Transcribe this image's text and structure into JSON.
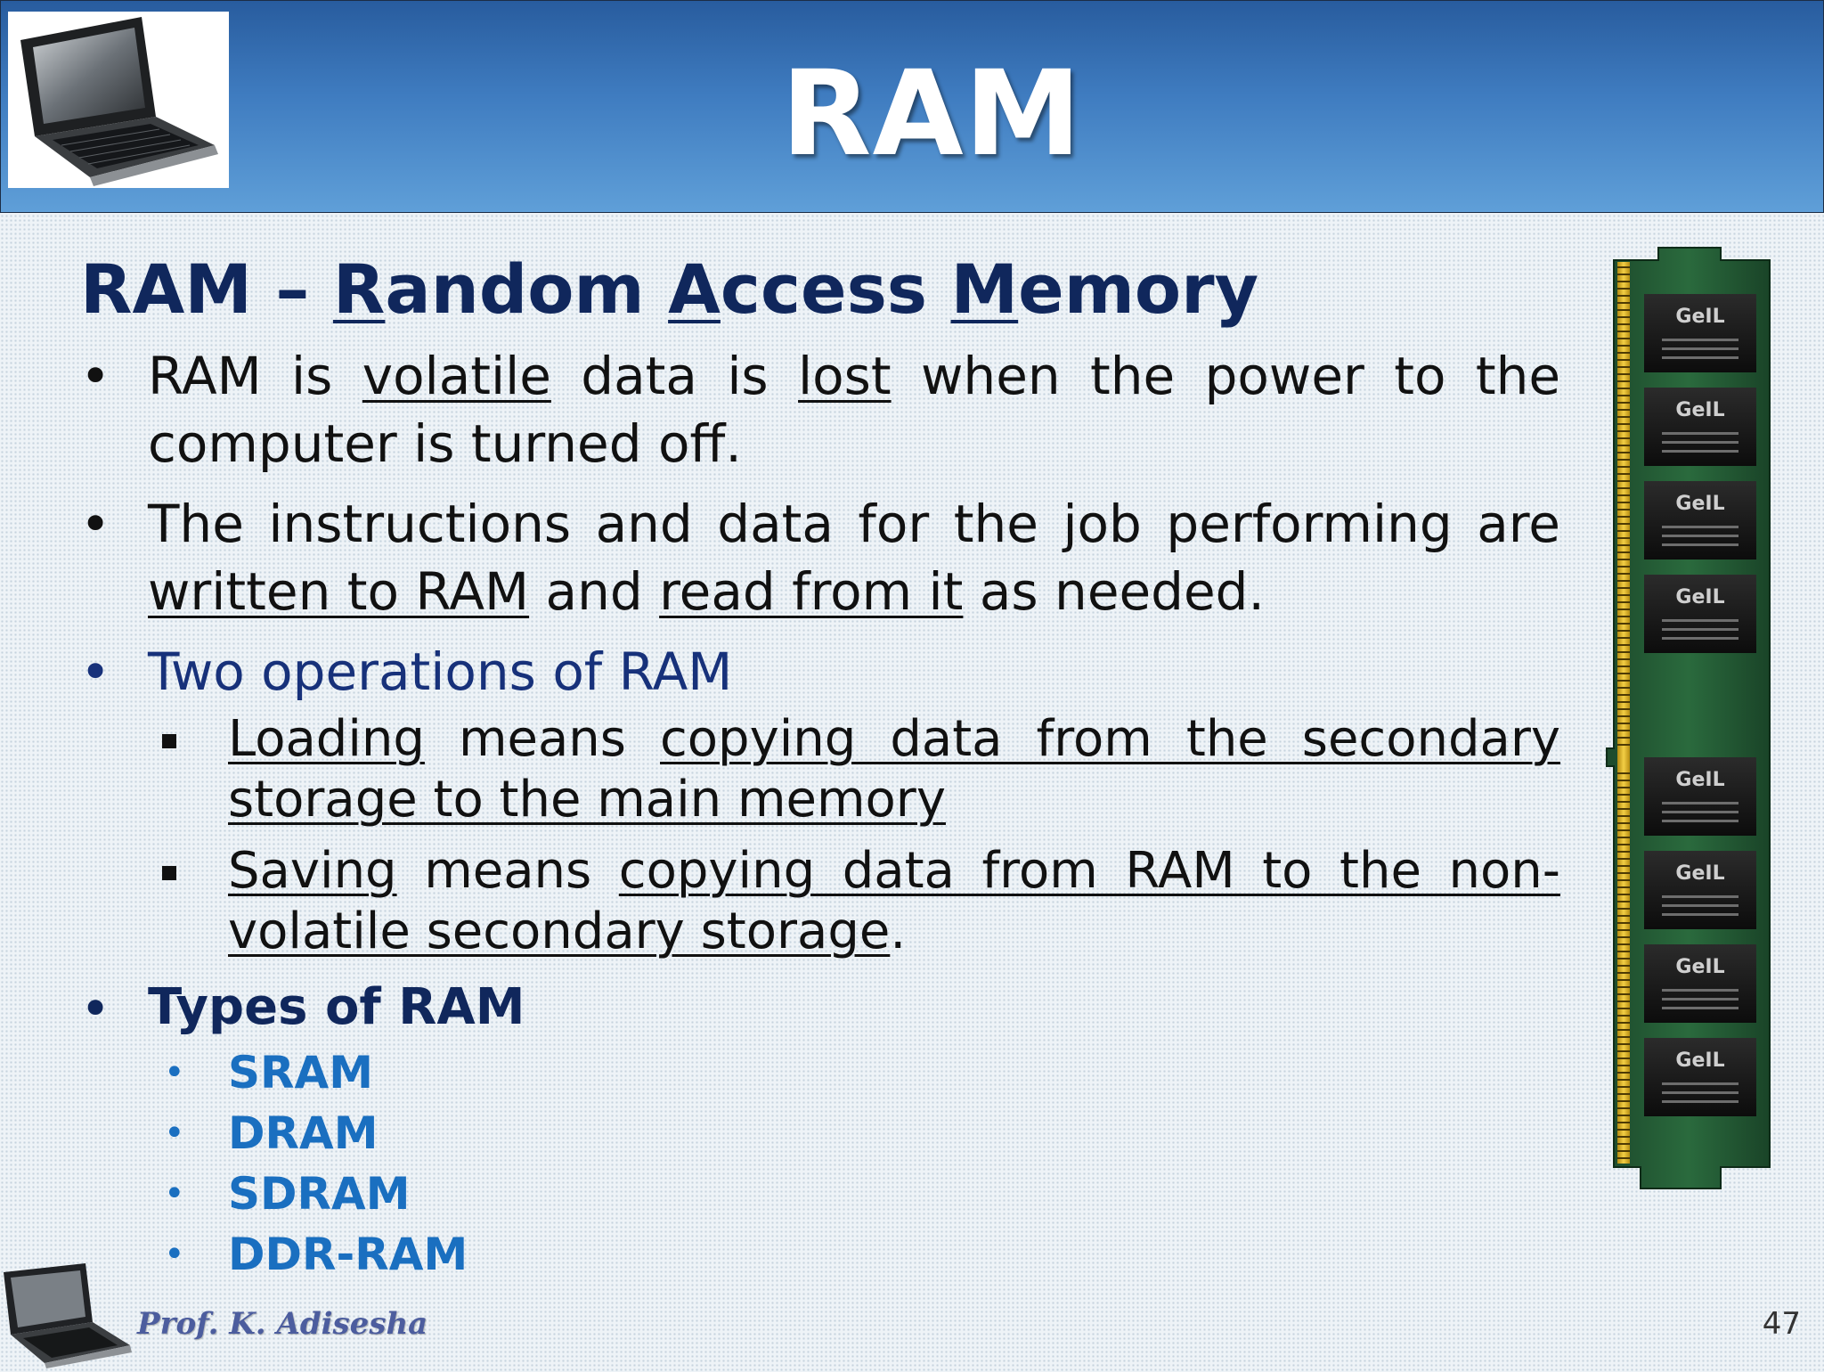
{
  "title": "RAM",
  "heading": {
    "r_initial": "R",
    "r_rest": "andom",
    "prefix": "RAM – ",
    "a_initial": "A",
    "a_rest": "ccess",
    "m_initial": "M",
    "m_rest": "emory"
  },
  "bullets": {
    "b1": {
      "t1": "RAM is",
      "u1": "volatile",
      "t2": "data is",
      "u2": "lost",
      "t3": "when the power to the computer is turned off."
    },
    "b2": {
      "t1": "The instructions and data for the job performing are",
      "u1": "written to RAM",
      "t2": "and",
      "u2": "read from it",
      "t3": "as needed."
    },
    "b3": {
      "label": "Two operations of RAM",
      "s1": {
        "u1": "Loading",
        "t1": "means",
        "u2": "copying data from the secondary storage to the main memory"
      },
      "s2": {
        "u1": "Saving",
        "t1": "means",
        "u2": "copying data from RAM to the non-volatile secondary storage",
        "t2": "."
      }
    },
    "b4": {
      "label": "Types of RAM",
      "types": [
        "SRAM",
        "DRAM",
        "SDRAM",
        "DDR-RAM"
      ]
    }
  },
  "ram_chip_brand": "GeIL",
  "footer": {
    "signature": "Prof. K. Adisesha",
    "page_number": "47"
  },
  "colors": {
    "header_top": "#285c9e",
    "header_bottom": "#5f9fd8",
    "heading": "#10275c",
    "type_items": "#1a6fc0"
  }
}
